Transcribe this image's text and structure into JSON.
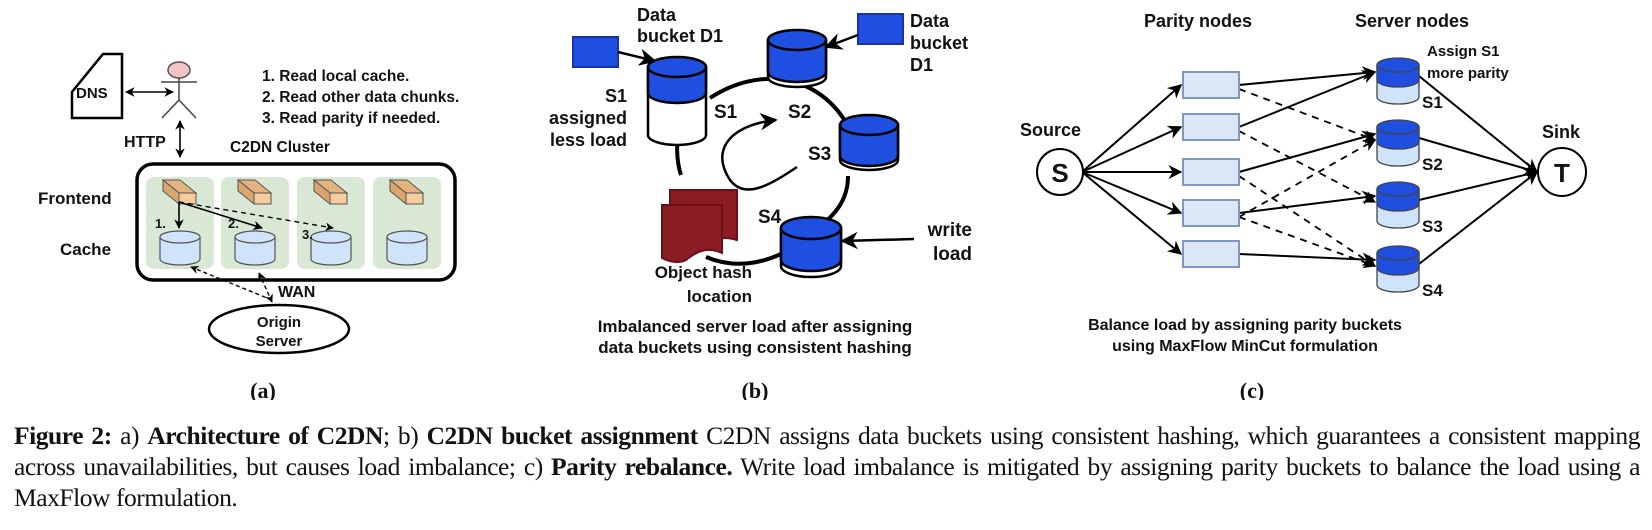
{
  "figure": {
    "panel_a": {
      "label": "(a)",
      "dns": "DNS",
      "http": "HTTP",
      "steps": [
        "1. Read local cache.",
        "2. Read other data chunks.",
        "3. Read parity if needed."
      ],
      "cluster_title": "C2DN Cluster",
      "row_labels": {
        "frontend": "Frontend",
        "cache": "Cache"
      },
      "arrow_labels": [
        "1.",
        "2.",
        "3."
      ],
      "wan": "WAN",
      "origin": [
        "Origin",
        "Server"
      ],
      "colors": {
        "node_bg": "#d9e8d5",
        "frontend_box": "#f6cc9c",
        "cache_fill": "#cfe3fb",
        "user_head": "#f2c4c8"
      }
    },
    "panel_b": {
      "label": "(b)",
      "bucket_left": [
        "Data",
        "bucket D1"
      ],
      "bucket_right": [
        "Data",
        "bucket",
        "D1"
      ],
      "s1_note": [
        "S1",
        "assigned",
        "less load"
      ],
      "servers": [
        "S1",
        "S2",
        "S3",
        "S4"
      ],
      "object_hash": [
        "Object hash",
        "location"
      ],
      "write_load": [
        "write",
        "load"
      ],
      "caption": [
        "Imbalanced server load after assigning",
        "data buckets using consistent hashing"
      ],
      "colors": {
        "bucket": "#1f4fe0",
        "bucket_stroke": "#1a33a8",
        "object": "#8b1c24"
      }
    },
    "panel_c": {
      "label": "(c)",
      "parity_title": "Parity nodes",
      "server_title": "Server nodes",
      "source_label": "Source",
      "source_node": "S",
      "sink_label": "Sink",
      "sink_node": "T",
      "servers": [
        "S1",
        "S2",
        "S3",
        "S4"
      ],
      "s1_note": [
        "Assign S1",
        "more parity"
      ],
      "parity_count": 5,
      "solid_edges": [
        [
          1,
          1
        ],
        [
          2,
          1
        ],
        [
          3,
          2
        ],
        [
          4,
          3
        ],
        [
          5,
          4
        ]
      ],
      "dashed_edges": [
        [
          1,
          2
        ],
        [
          2,
          3
        ],
        [
          3,
          4
        ],
        [
          4,
          2
        ],
        [
          4,
          4
        ]
      ],
      "caption": [
        "Balance load by assigning parity buckets",
        "using MaxFlow MinCut formulation"
      ],
      "colors": {
        "parity_fill": "#dce7f8",
        "parity_stroke": "#7f97c6",
        "server_top": "#1f4fe0",
        "server_body": "#cfe3fb"
      }
    }
  },
  "caption": {
    "figure_label": "Figure 2:",
    "a_prefix": " a) ",
    "a_title": "Architecture of C2DN",
    "b_prefix": "; b) ",
    "b_title": "C2DN bucket assignment",
    "b_text": " C2DN assigns data buckets using consistent hashing, which guarantees a consistent mapping across unavailabilities, but causes load imbalance; c) ",
    "c_title": "Parity rebalance.",
    "c_text": " Write load imbalance is mitigated by assigning parity buckets to balance the load using a MaxFlow formulation."
  }
}
